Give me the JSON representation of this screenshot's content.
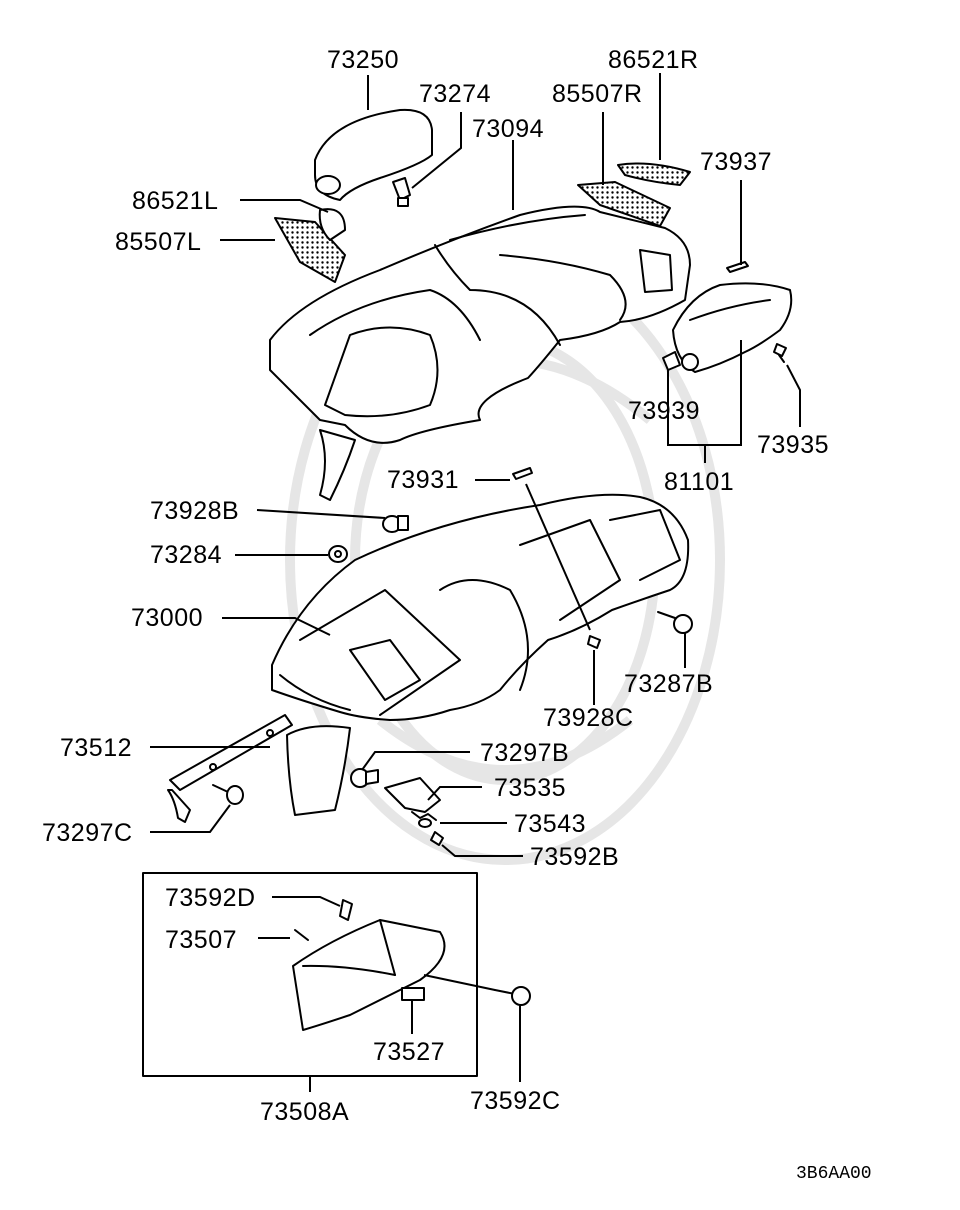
{
  "diagram_code": "3B6AA00",
  "parts": {
    "p73250": "73250",
    "p73274": "73274",
    "p73094": "73094",
    "p86521R": "86521R",
    "p85507R": "85507R",
    "p73937": "73937",
    "p86521L": "86521L",
    "p85507L": "85507L",
    "p73939": "73939",
    "p73935": "73935",
    "p81101": "81101",
    "p73931": "73931",
    "p73928B": "73928B",
    "p73284": "73284",
    "p73000": "73000",
    "p73287B": "73287B",
    "p73928C": "73928C",
    "p73512": "73512",
    "p73297B": "73297B",
    "p73535": "73535",
    "p73543": "73543",
    "p73592B": "73592B",
    "p73297C": "73297C",
    "p73592D": "73592D",
    "p73507": "73507",
    "p73527": "73527",
    "p73592C": "73592C",
    "p73508A": "73508A"
  }
}
